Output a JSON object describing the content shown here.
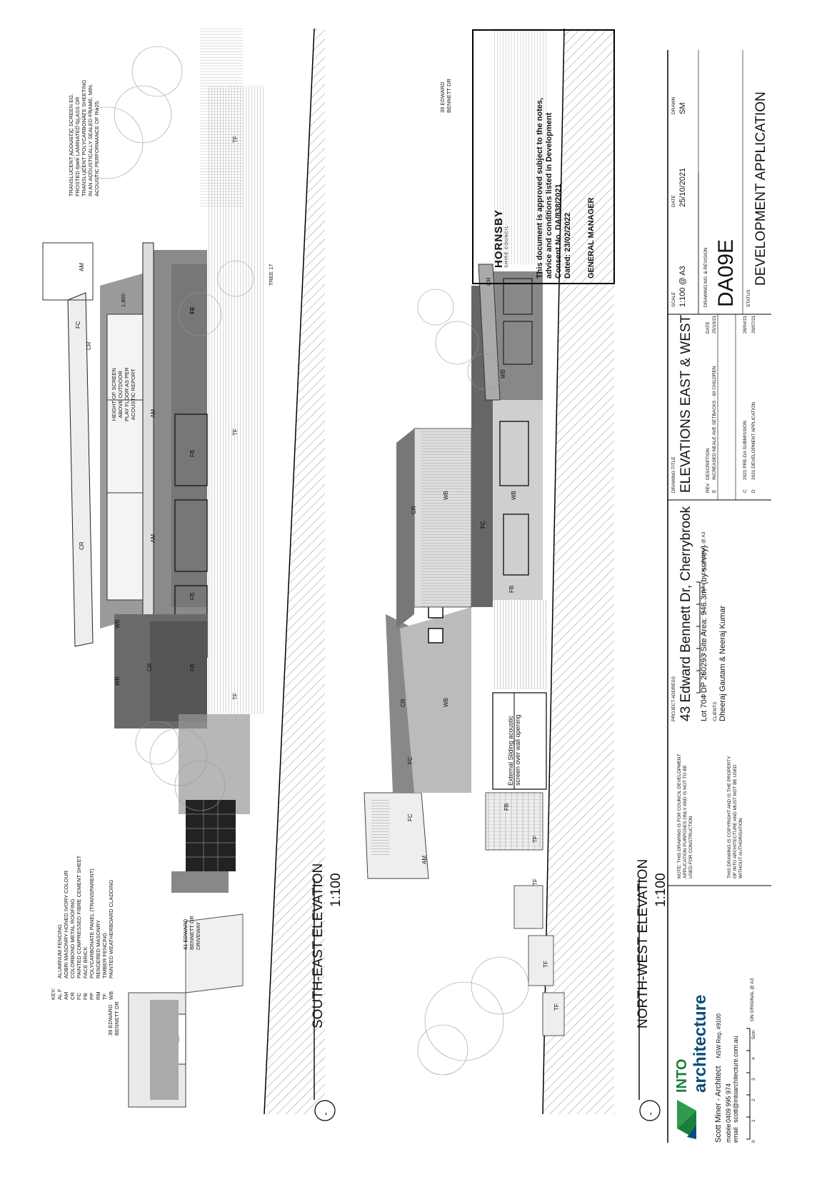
{
  "drawing": {
    "key_title": "KEY:",
    "key_items": [
      {
        "code": "AL F",
        "desc": "ALUMINUM FENCING"
      },
      {
        "code": "AM",
        "desc": "ADBRI MASONRY HONED IVORY COLOUR"
      },
      {
        "code": "CR",
        "desc": "COLORBOND METAL ROOFING"
      },
      {
        "code": "FC",
        "desc": "PAINTED COMPRESSED FIBRE CEMENT SHEET"
      },
      {
        "code": "FB",
        "desc": "FACE BRICK"
      },
      {
        "code": "PP",
        "desc": "POLYCARBONATE PANEL (TRANSPARENT)"
      },
      {
        "code": "RM",
        "desc": "RENDERED MASONRY"
      },
      {
        "code": "TF",
        "desc": "TIMBER FENCING"
      },
      {
        "code": "WB",
        "desc": "PAINTED WEATHERBOARD CLADDING"
      }
    ],
    "se_elevation_title": "SOUTH-EAST ELEVATION",
    "se_elevation_scale": "1:100",
    "nw_elevation_title": "NORTH-WEST ELEVATION",
    "nw_elevation_scale": "1:100",
    "section_symbol": "-",
    "acoustic_note": [
      "TRANSLUCENT ACOUSTIC SCREEN EG.",
      "FROSTED 6mm LAMINATED GLASS OR",
      "TRANSLUCENT POLYCARBONATE SHEETING",
      "IN AN ACOUSTICALLY SEALED FRAME. MIN.",
      "ACOUSTIC PERFORMANCE OF Rw25."
    ],
    "screen_height_note": [
      "HEIGHT OF SCREEN",
      "ABOVE OUTDOOR",
      "PLAY FLOOR AS PER",
      "ACOUSTIC REPORT"
    ],
    "dimension_1800": "1,800",
    "tree_label": "TREE 17",
    "neighbour_41": [
      "41 EDWARD",
      "BENNETT DR",
      "DRIVEWAY"
    ],
    "neighbour_39_se": [
      "39 EDWARD",
      "BENNETT DR"
    ],
    "neighbour_39_nw": [
      "39 EDWARD",
      "BENNETT DR"
    ],
    "sliding_screen_note": [
      "External Sliding acoustic",
      "screen over wall opening"
    ],
    "se_labels": [
      "AM",
      "FC",
      "CR",
      "AM",
      "FB",
      "TF",
      "FB",
      "AM",
      "TF",
      "CR",
      "WB",
      "FB",
      "WB",
      "CR",
      "TF",
      "TF",
      "FB"
    ],
    "nw_labels": [
      "CR",
      "WB",
      "FB",
      "WB",
      "FC",
      "CR",
      "WB",
      "FC",
      "WB",
      "CR",
      "FC",
      "FC",
      "AM",
      "FB",
      "TF",
      "TF",
      "TF",
      "TF"
    ]
  },
  "stamp": {
    "council_name": "HORNSBY",
    "council_sub": "SHIRE COUNCIL",
    "lines": [
      "This document is approved subject to the notes,",
      "advice and conditions listed in Development",
      "Consent No. DA/838/2021",
      "Dated: 23/02/2022"
    ],
    "signoff": "GENERAL MANAGER"
  },
  "title_block": {
    "logo_into": "INTO",
    "logo_arch": "architecture",
    "architect_name": "Scott Miner - Architect",
    "nsw_reg": "NSW Reg. #9100",
    "mobile_label": "mobile",
    "mobile": "0409 995 974",
    "email_label": "email",
    "email": "scott@intoarchitecture.com.au",
    "scale_bar_left_label": "ON ORIGINAL @ A3",
    "scale_bar_right_label": "ON ORIGINAL @ A3",
    "scale_ticks": [
      "0",
      "1",
      "2",
      "3",
      "4",
      "5cm"
    ],
    "note_1": "NOTE: THIS DRAWING IS FOR COUNCIL DEVELOPMENT APPLICATION PURPOSES ONLY AND IS NOT TO BE USED FOR CONSTRUCTION",
    "note_2": "THIS DRAWING IS COPYRIGHT AND IS THE PROPERTY OF INTO ARCHITECTURE AND MUST NOT BE USED WITHOUT AUTHORISATION",
    "project_address_label": "PROJECT ADDRESS",
    "project_address": "43 Edward Bennett Dr, Cherrybrook",
    "lot_info": "Lot 704  DP 260293  Site Area: 946.3m² (by survey)",
    "clients_label": "CLIENTS",
    "clients": "Dheeraj Gautam & Neeraj Kumar",
    "drawing_title_label": "DRAWING TITLE",
    "drawing_title": "ELEVATIONS EAST & WEST",
    "rev_header": "REV",
    "desc_header": "DESCRIPTION",
    "date_header": "DATE",
    "revisions": [
      {
        "rev": "E",
        "desc": "INCREASED NEALE AVE SETBACKS - 60 CHILDREN",
        "date": "25/10/21"
      },
      {
        "rev": "C",
        "desc": "2021 PRE-DA SUBMISSION",
        "date": "28/04/21"
      },
      {
        "rev": "D",
        "desc": "2021 DEVELOPMENT APPLICATION",
        "date": "29/07/21"
      }
    ],
    "scale_label": "SCALE",
    "scale": "1:100 @ A3",
    "date_label": "DATE",
    "date": "25/10/2021",
    "drawn_label": "DRAWN",
    "drawn": "SM",
    "drawing_no_label": "DRAWING NO. & REVISION",
    "drawing_no": "DA09E",
    "status_label": "STATUS",
    "status": "DEVELOPMENT APPLICATION"
  }
}
